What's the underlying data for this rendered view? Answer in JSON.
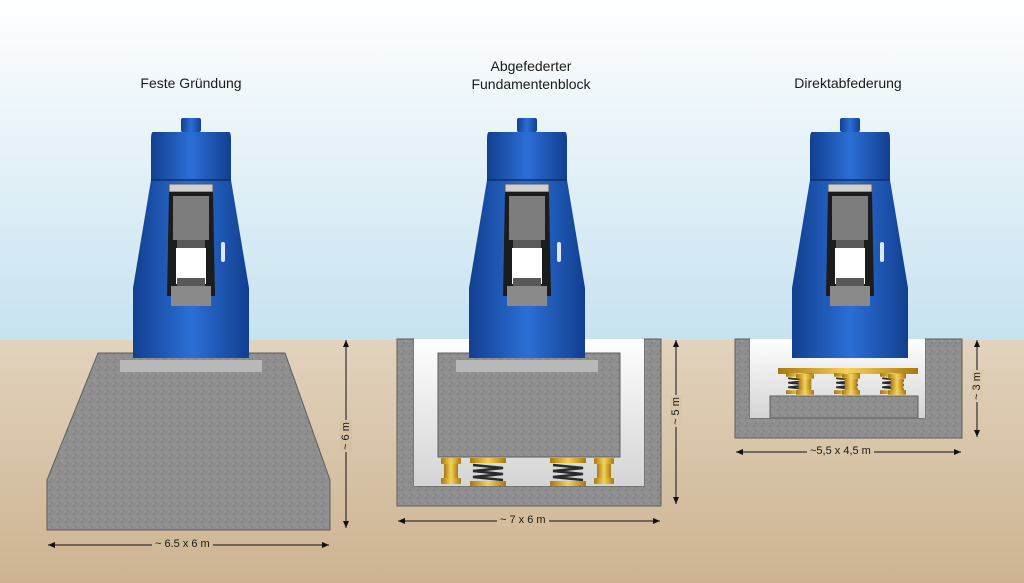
{
  "panels": [
    {
      "title": "Feste Gründung",
      "width_label": "~ 6.5 x 6 m",
      "height_label": "~ 6 m"
    },
    {
      "title_line1": "Abgefederter",
      "title_line2": "Fundamentenblock",
      "width_label": "~ 7 x 6 m",
      "height_label": "~ 5 m"
    },
    {
      "title": "Direktabfederung",
      "width_label": "~5,5 x 4,5 m",
      "height_label": "~ 3 m"
    }
  ],
  "colors": {
    "sky_top": "#ffffff",
    "sky_bottom": "#c9e3f0",
    "ground": "#d8c4a6",
    "concrete": "#8e8e8e",
    "machine_blue": "#1e58b8",
    "spring_gold": "#e0b42a"
  }
}
